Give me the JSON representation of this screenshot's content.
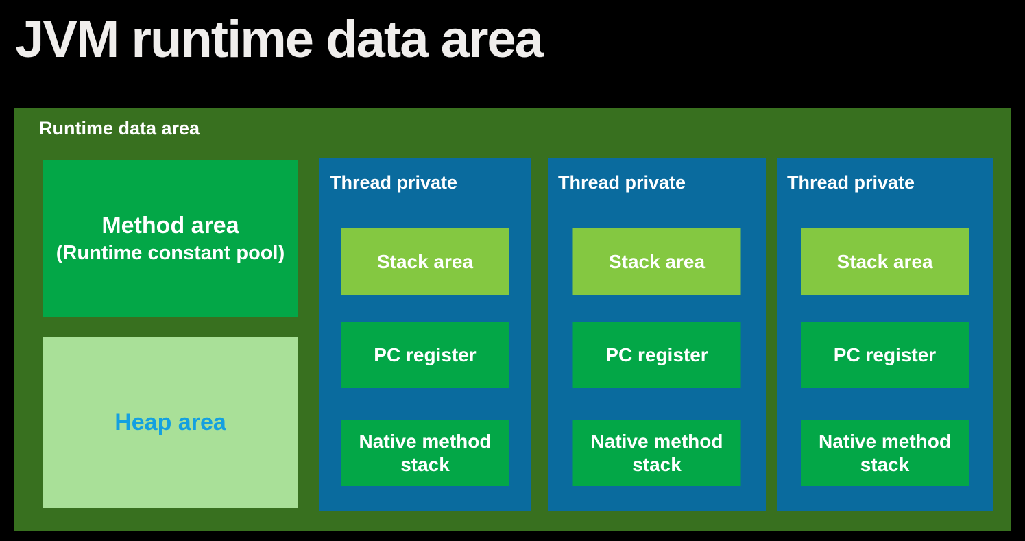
{
  "title": "JVM runtime data area",
  "runtime_area": {
    "label": "Runtime data area",
    "method_area": {
      "title": "Method area",
      "subtitle": "(Runtime constant pool)"
    },
    "heap_area": {
      "label": "Heap area"
    },
    "thread_columns": [
      {
        "label": "Thread private",
        "stack_area": "Stack area",
        "pc_register": "PC register",
        "native_method_stack": "Native method stack"
      },
      {
        "label": "Thread private",
        "stack_area": "Stack area",
        "pc_register": "PC register",
        "native_method_stack": "Native method stack"
      },
      {
        "label": "Thread private",
        "stack_area": "Stack area",
        "pc_register": "PC register",
        "native_method_stack": "Native method stack"
      }
    ]
  },
  "colors": {
    "page_bg": "#000000",
    "title_text": "#f0eeec",
    "runtime_area_bg": "#38701f",
    "method_area_bg": "#03a747",
    "heap_area_bg": "#a9e098",
    "heap_area_text": "#14a0e0",
    "thread_column_bg": "#0a6b9e",
    "stack_area_bg": "#84c841",
    "pc_register_bg": "#03a747",
    "native_method_stack_bg": "#03a747",
    "label_text": "#ffffff"
  }
}
